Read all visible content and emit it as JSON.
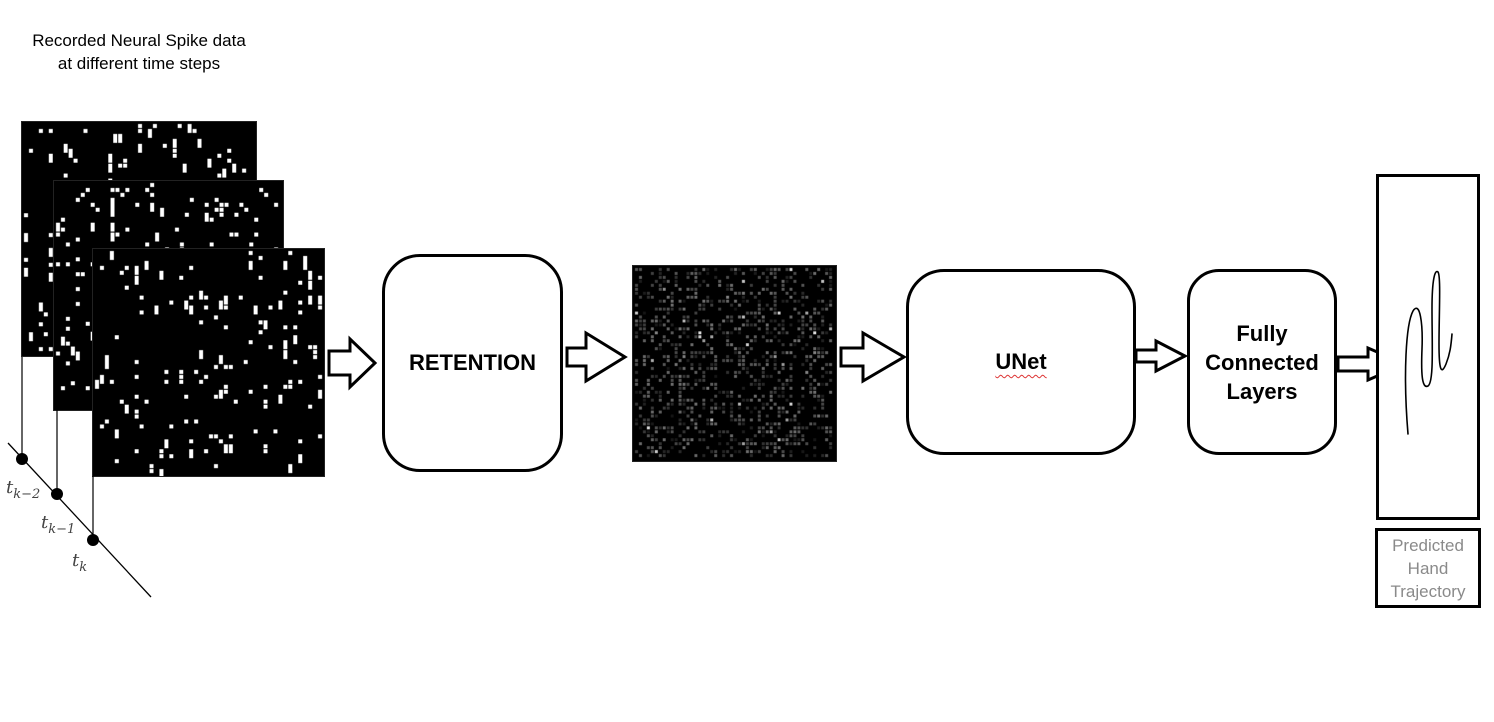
{
  "input": {
    "caption": "Recorded Neural Spike data at different time steps",
    "time_labels": [
      {
        "base": "t",
        "sub": "k−2"
      },
      {
        "base": "t",
        "sub": "k−1"
      },
      {
        "base": "t",
        "sub": "k"
      }
    ]
  },
  "blocks": {
    "retention": "RETENTION",
    "unet": "UNet",
    "fully_connected": "Fully Connected Layers"
  },
  "output": {
    "caption": "Predicted Hand Trajectory"
  },
  "colors": {
    "stroke": "#000000",
    "panel_bg": "#000000",
    "spike": "#ffffff",
    "output_caption_text": "#8a8a8a",
    "spellcheck_underline": "#d33333"
  },
  "icons": {
    "arrow": "hollow-block-arrow-right",
    "trajectory": "wavy-trajectory-curve"
  }
}
